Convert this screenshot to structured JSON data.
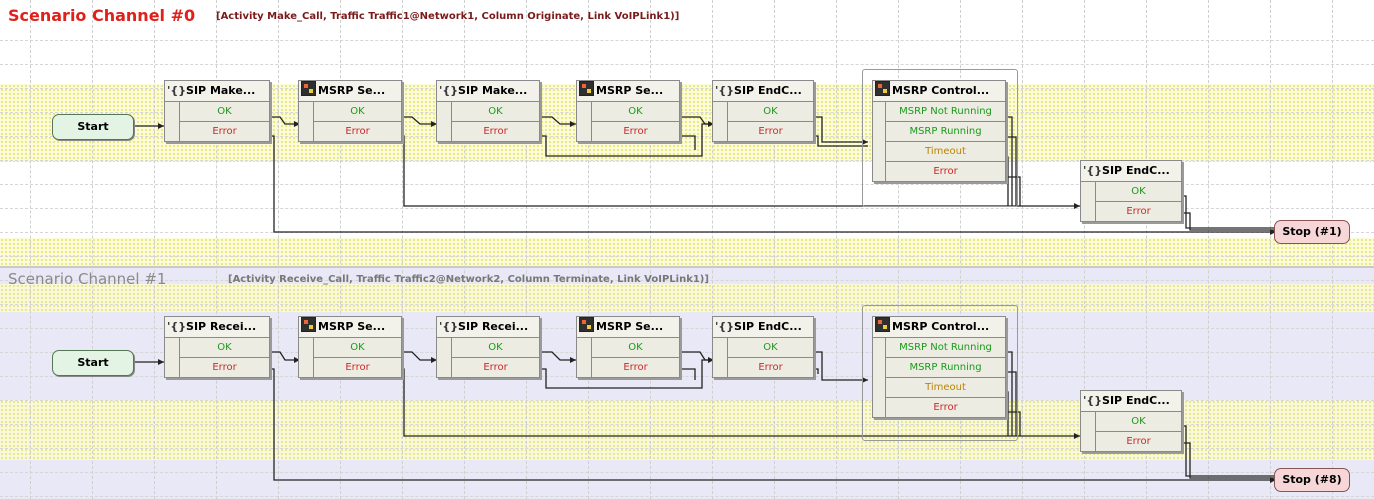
{
  "channels": [
    {
      "title": "Scenario Channel #0",
      "subtitle": "[Activity Make_Call, Traffic Traffic1@Network1, Column Originate, Link VoIPLink1)]",
      "title_color": "#e0201a",
      "start_label": "Start",
      "stop_label": "Stop (#1)",
      "nodes": [
        {
          "title": "SIP Make...",
          "icon": "sip-braces-icon",
          "rows": [
            "OK",
            "Error"
          ]
        },
        {
          "title": "MSRP Se...",
          "icon": "msrp-icon",
          "rows": [
            "OK",
            "Error"
          ]
        },
        {
          "title": "SIP Make...",
          "icon": "sip-braces-icon",
          "rows": [
            "OK",
            "Error"
          ]
        },
        {
          "title": "MSRP Se...",
          "icon": "msrp-icon",
          "rows": [
            "OK",
            "Error"
          ]
        },
        {
          "title": "SIP EndC...",
          "icon": "sip-braces-icon",
          "rows": [
            "OK",
            "Error"
          ]
        },
        {
          "title": "MSRP Control...",
          "icon": "msrp-icon",
          "rows": [
            "MSRP Not Running",
            "MSRP Running",
            "Timeout",
            "Error"
          ]
        },
        {
          "title": "SIP EndC...",
          "icon": "sip-braces-icon",
          "rows": [
            "OK",
            "Error"
          ]
        }
      ]
    },
    {
      "title": "Scenario Channel #1",
      "subtitle": "[Activity Receive_Call, Traffic Traffic2@Network2, Column Terminate, Link VoIPLink1)]",
      "title_color": "#8a8a8a",
      "start_label": "Start",
      "stop_label": "Stop (#8)",
      "nodes": [
        {
          "title": "SIP Recei...",
          "icon": "sip-braces-icon",
          "rows": [
            "OK",
            "Error"
          ]
        },
        {
          "title": "MSRP Se...",
          "icon": "msrp-icon",
          "rows": [
            "OK",
            "Error"
          ]
        },
        {
          "title": "SIP Recei...",
          "icon": "sip-braces-icon",
          "rows": [
            "OK",
            "Error"
          ]
        },
        {
          "title": "MSRP Se...",
          "icon": "msrp-icon",
          "rows": [
            "OK",
            "Error"
          ]
        },
        {
          "title": "SIP EndC...",
          "icon": "sip-braces-icon",
          "rows": [
            "OK",
            "Error"
          ]
        },
        {
          "title": "MSRP Control...",
          "icon": "msrp-icon",
          "rows": [
            "MSRP Not Running",
            "MSRP Running",
            "Timeout",
            "Error"
          ]
        },
        {
          "title": "SIP EndC...",
          "icon": "sip-braces-icon",
          "rows": [
            "OK",
            "Error"
          ]
        }
      ]
    }
  ],
  "colors": {
    "ok": "#1a9a1a",
    "error": "#cc2a2a",
    "timeout": "#b8860b"
  }
}
